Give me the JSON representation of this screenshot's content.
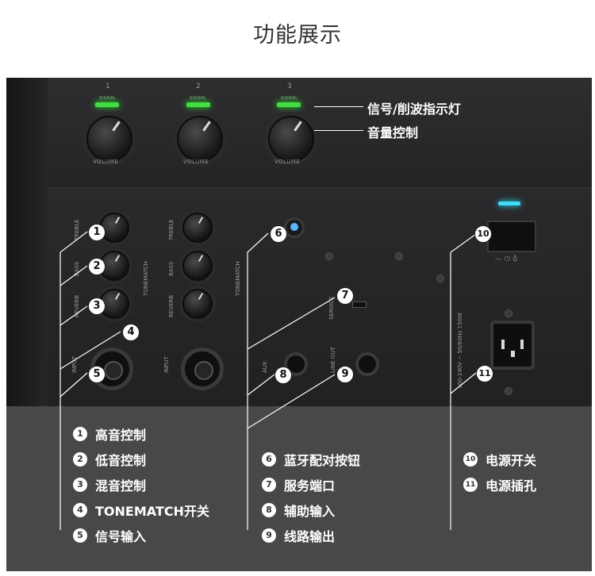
{
  "page_title": "功能展示",
  "panel": {
    "channels": [
      "1",
      "2",
      "3"
    ],
    "signal_label": "SIGNAL",
    "volume_label": "VOLUME",
    "treble_label": "TREBLE",
    "bass_label": "BASS",
    "reverb_label": "REVERB",
    "input_label": "INPUT",
    "tonematch_label": "TONEMATCH",
    "service_label": "SERVICE",
    "aux_label": "AUX",
    "line_out_label": "LINE OUT",
    "power_rating": "100-240V ~ 50/60Hz 150W",
    "switch_label": "— ⏻ ♁"
  },
  "annotations": {
    "signal_clip": "信号/削波指示灯",
    "volume": "音量控制"
  },
  "callouts": [
    "1",
    "2",
    "3",
    "4",
    "5",
    "6",
    "7",
    "8",
    "9",
    "10",
    "11"
  ],
  "legend": {
    "col1": [
      {
        "num": "1",
        "label": "高音控制"
      },
      {
        "num": "2",
        "label": "低音控制"
      },
      {
        "num": "3",
        "label": "混音控制"
      },
      {
        "num": "4",
        "label": "TONEMATCH开关"
      },
      {
        "num": "5",
        "label": "信号输入"
      }
    ],
    "col2": [
      {
        "num": "6",
        "label": "蓝牙配对按钮"
      },
      {
        "num": "7",
        "label": "服务端口"
      },
      {
        "num": "8",
        "label": "辅助输入"
      },
      {
        "num": "9",
        "label": "线路输出"
      }
    ],
    "col3": [
      {
        "num": "10",
        "label": "电源开关"
      },
      {
        "num": "11",
        "label": "电源插孔"
      }
    ]
  },
  "colors": {
    "signal_led": "#39e339",
    "power_led": "#36e2ff",
    "legend_bg": "#48484a",
    "panel_bg": "#242426"
  }
}
